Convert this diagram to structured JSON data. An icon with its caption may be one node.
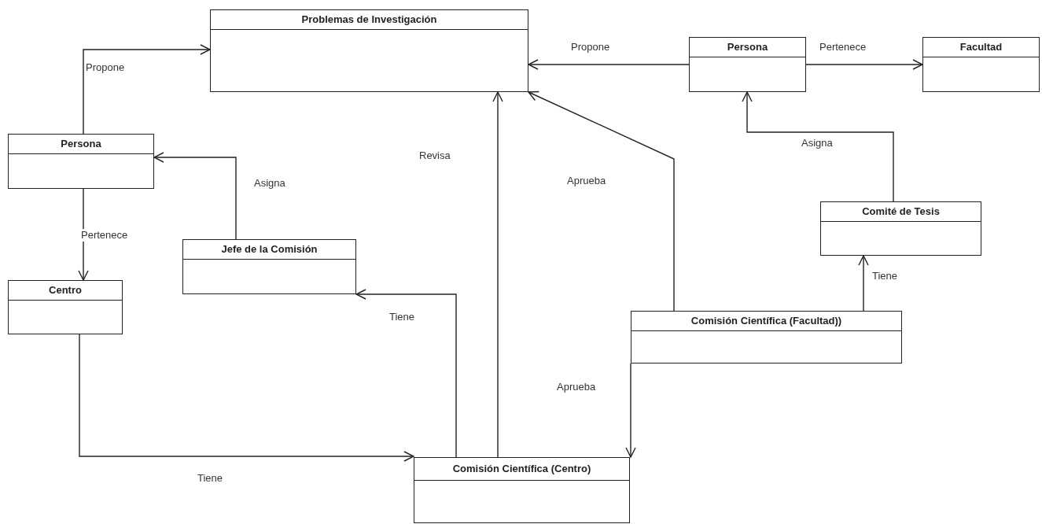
{
  "diagram": {
    "nodes": [
      {
        "text": [
          "Problemas de Investigación"
        ]
      },
      {
        "text": [
          "Persona"
        ]
      },
      {
        "text": [
          "Persona"
        ]
      },
      {
        "text": [
          "Facultad"
        ]
      },
      {
        "text": [
          "Jefe de la Comisión"
        ]
      },
      {
        "text": [
          "Centro"
        ]
      },
      {
        "text": [
          "Comité de Tesis"
        ]
      },
      {
        "text": [
          "Comisión Científica (Facultad))"
        ]
      },
      {
        "text": [
          "Comisión Científica (Centro)"
        ]
      }
    ],
    "edges": [
      {
        "from": 1,
        "to": 0,
        "arrow": "to",
        "label": "Propone"
      },
      {
        "from": 2,
        "to": 0,
        "arrow": "to",
        "label": "Propone"
      },
      {
        "from": 2,
        "to": 3,
        "arrow": "to",
        "label": "Pertenece"
      },
      {
        "from": 1,
        "to": 5,
        "arrow": "to",
        "label": "Pertenece"
      },
      {
        "from": 4,
        "to": 1,
        "arrow": "to",
        "label": "Asigna"
      },
      {
        "from": 8,
        "to": 0,
        "arrow": "to",
        "label": "Revisa"
      },
      {
        "from": 8,
        "to": 4,
        "arrow": "to",
        "label": "Tiene"
      },
      {
        "from": 7,
        "to": 0,
        "arrow": "to",
        "label": "Aprueba"
      },
      {
        "from": 6,
        "to": 2,
        "arrow": "to",
        "label": "Asigna"
      },
      {
        "from": 7,
        "to": 6,
        "arrow": "to",
        "label": "Tiene"
      },
      {
        "from": 7,
        "to": 8,
        "arrow": "to",
        "label": "Aprueba"
      },
      {
        "from": 5,
        "to": 8,
        "arrow": "to",
        "label": "Tiene"
      }
    ]
  }
}
